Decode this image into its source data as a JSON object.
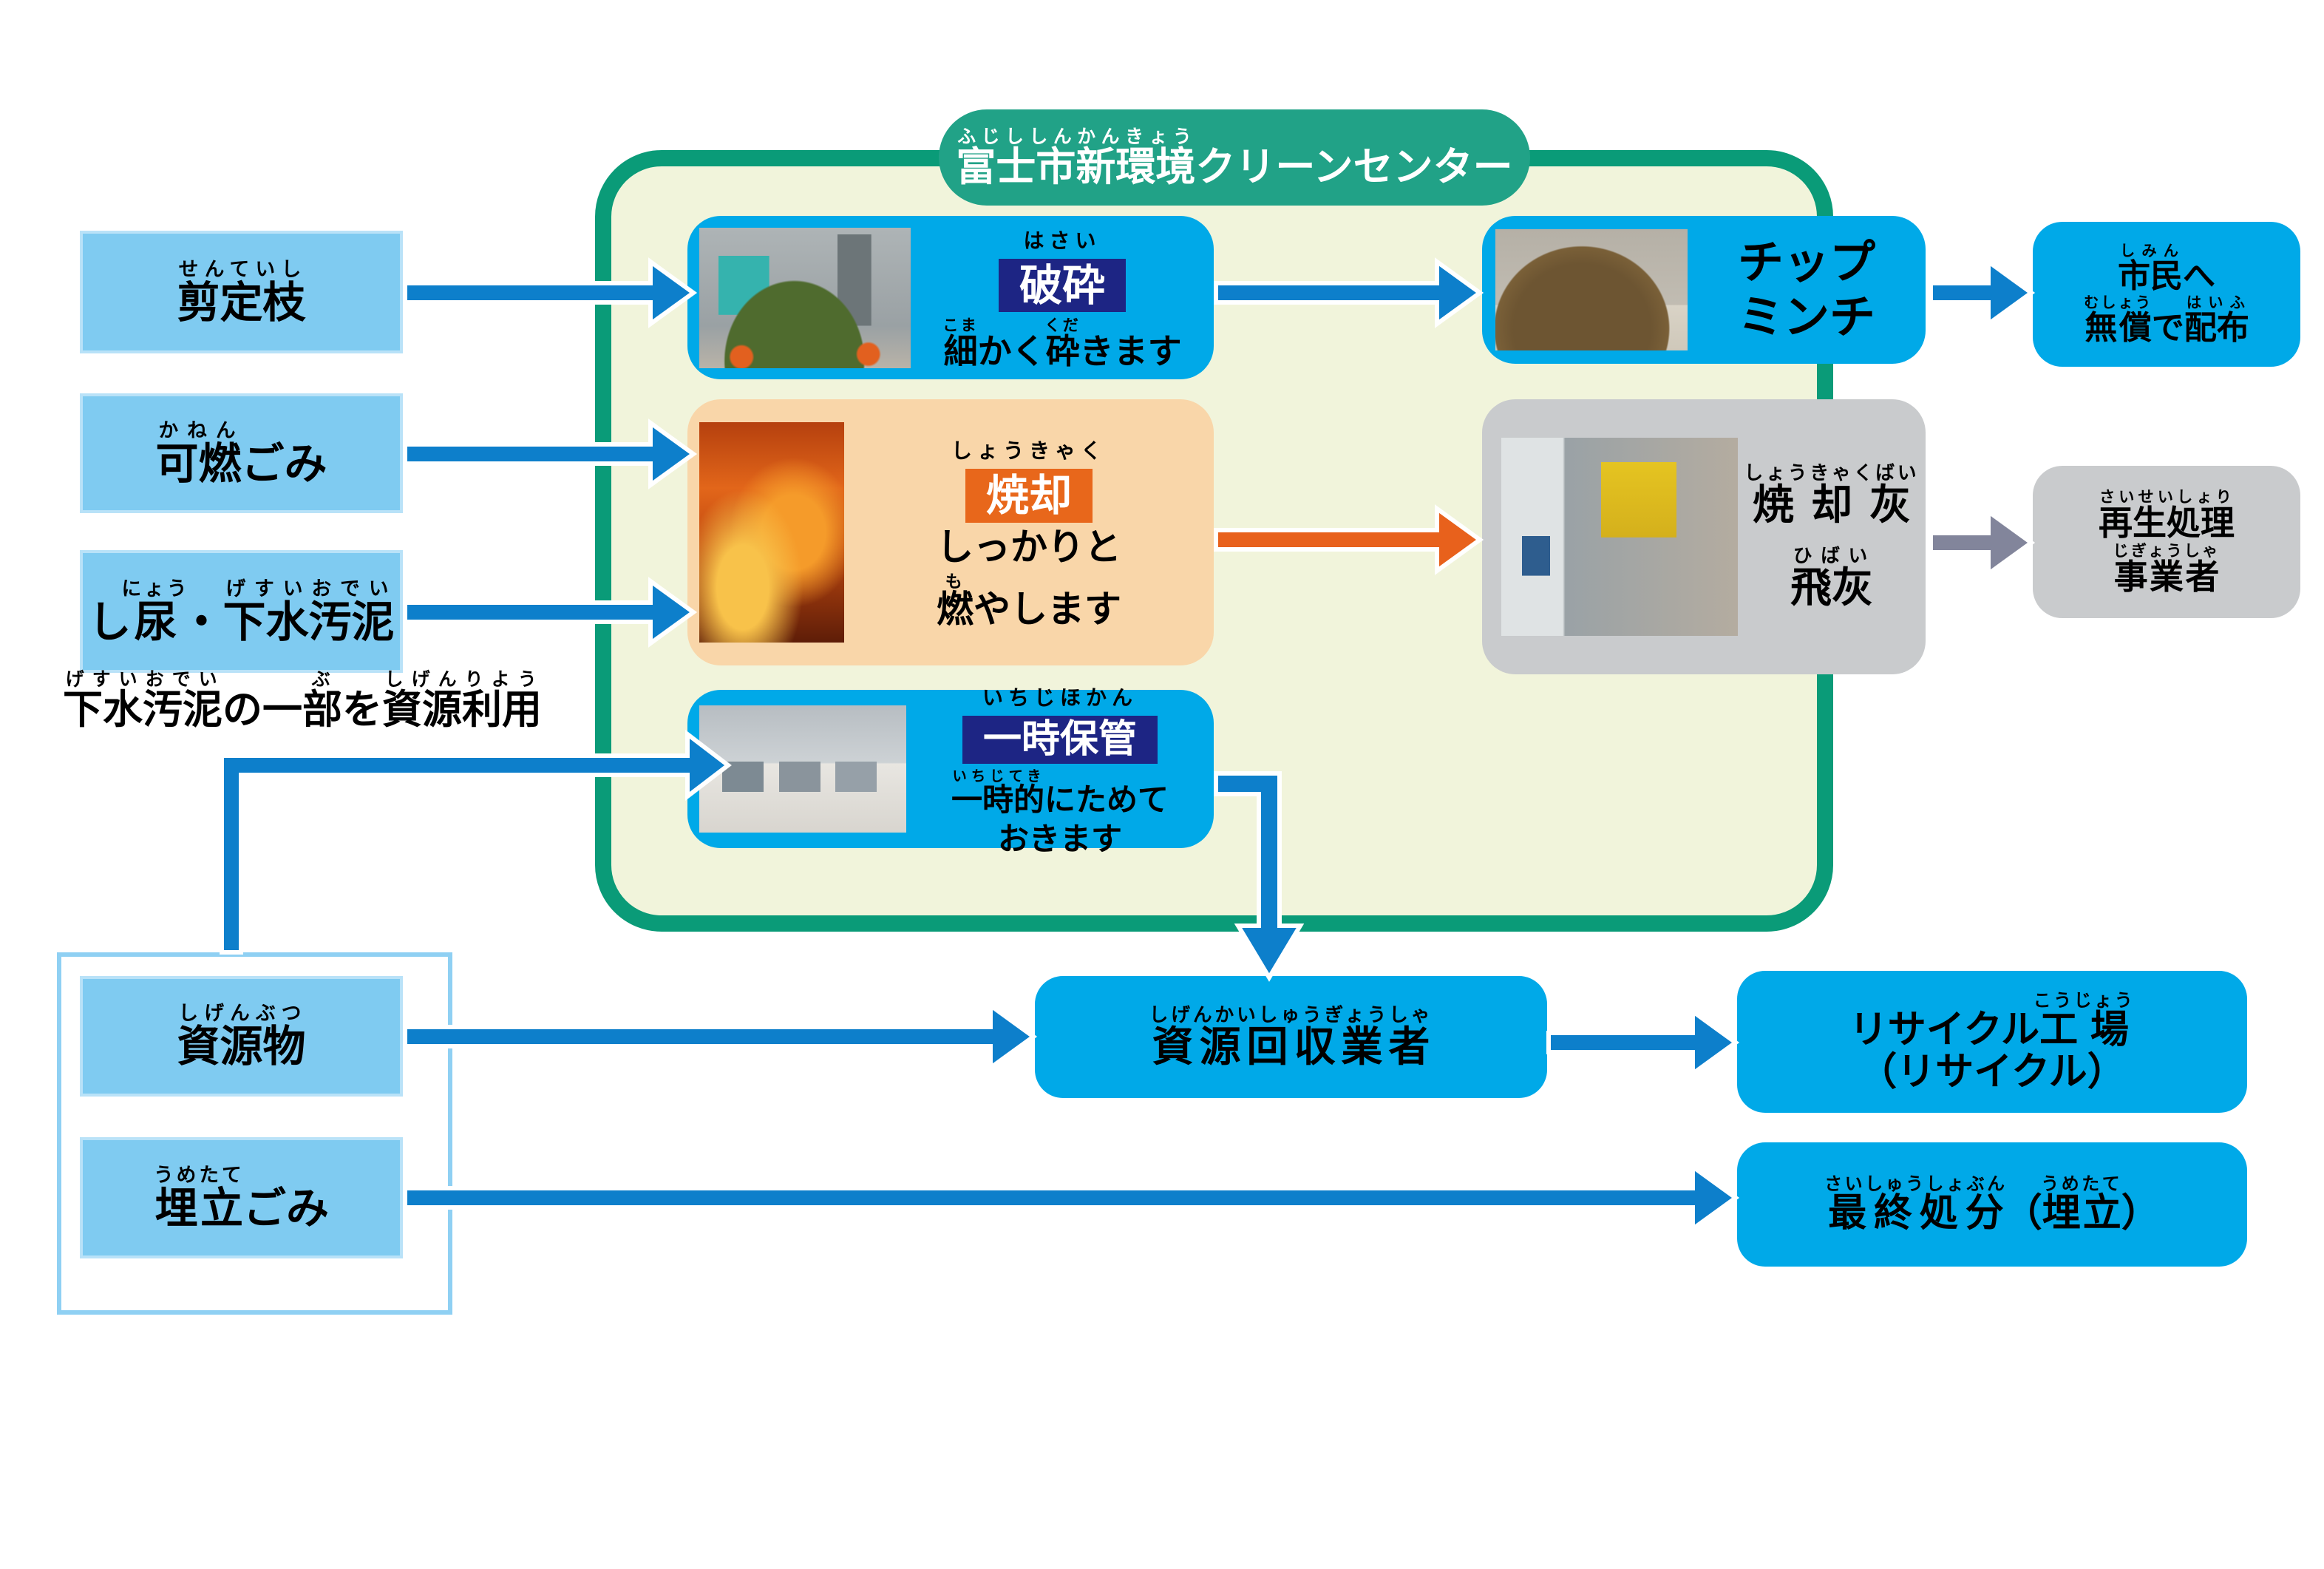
{
  "colors": {
    "arrow_blue": "#0D7FCB",
    "arrow_orange": "#E8611C",
    "arrow_gray": "#82859B",
    "container_border": "#0A9B78",
    "container_fill": "#F1F4DB",
    "header_green": "#21A287",
    "cyan_box": "#00A9E8",
    "light_blue_box": "#7FCBF1",
    "peach_box": "#F9D6A9",
    "navy_chip": "#1D2584",
    "orange_chip": "#E8671B",
    "gray_box": "#C9CBCD"
  },
  "header": {
    "segs": [
      {
        "t": "富士市新環境",
        "r": "ふじししんかんきょう"
      },
      {
        "t": "クリーンセンター"
      }
    ]
  },
  "inputs": [
    {
      "segs": [
        {
          "t": "剪定枝",
          "r": "せんていし"
        }
      ]
    },
    {
      "segs": [
        {
          "t": "可燃",
          "r": "かねん"
        },
        {
          "t": "ごみ"
        }
      ]
    },
    {
      "segs": [
        {
          "t": "し"
        },
        {
          "t": "尿",
          "r": "にょう"
        },
        {
          "t": "・"
        },
        {
          "t": "下水汚泥",
          "r": "げすいおでい"
        }
      ]
    }
  ],
  "reuse_note": {
    "segs": [
      {
        "t": "下水汚泥",
        "r": "げすいおでい"
      },
      {
        "t": "の一"
      },
      {
        "t": "部",
        "r": "ぶ"
      },
      {
        "t": "を"
      },
      {
        "t": "資源利用",
        "r": "しげんりよう"
      }
    ]
  },
  "processes": {
    "hasai": {
      "tag_furi": "はさい",
      "tag": "破砕",
      "desc_segs": [
        {
          "t": "細",
          "r": "こま"
        },
        {
          "t": "かく"
        },
        {
          "t": "砕",
          "r": "くだ"
        },
        {
          "t": "きます"
        }
      ]
    },
    "shokyaku": {
      "tag_furi": "しょうきゃく",
      "tag": "焼却",
      "desc1": "しっかりと",
      "desc2_segs": [
        {
          "t": "燃",
          "r": "も"
        },
        {
          "t": "やします"
        }
      ]
    },
    "ichiji": {
      "tag_furi": "いちじほかん",
      "tag": "一時保管",
      "desc1_segs": [
        {
          "t": "一時的",
          "r": "いちじてき"
        },
        {
          "t": "にためて"
        }
      ],
      "desc2": "おきます"
    }
  },
  "outputs": {
    "chip": {
      "line1": "チップ",
      "line2": "ミンチ"
    },
    "shimin": {
      "line1_segs": [
        {
          "t": "市民",
          "r": "しみん"
        },
        {
          "t": "へ"
        }
      ],
      "line2_segs": [
        {
          "t": "無償",
          "r": "むしょう"
        },
        {
          "t": "で"
        },
        {
          "t": "配布",
          "r": "はいふ"
        }
      ]
    },
    "ash": {
      "line1_segs": [
        {
          "t": "焼却灰",
          "r": "しょうきゃくばい"
        }
      ],
      "line2_segs": [
        {
          "t": "飛灰",
          "r": "ひばい"
        }
      ]
    },
    "saisei": {
      "line1_segs": [
        {
          "t": "再生処理",
          "r": "さいせいしょり"
        }
      ],
      "line2_segs": [
        {
          "t": "事業者",
          "r": "じぎょうしゃ"
        }
      ]
    }
  },
  "bottom": {
    "shigenbutsu": {
      "segs": [
        {
          "t": "資源物",
          "r": "しげんぶつ"
        }
      ]
    },
    "umetate": {
      "segs": [
        {
          "t": "埋立",
          "r": "うめたて"
        },
        {
          "t": "ごみ"
        }
      ]
    },
    "kaishu": {
      "segs": [
        {
          "t": "資源回収業者",
          "r": "しげんかいしゅうぎょうしゃ"
        }
      ]
    },
    "recycle": {
      "line1_segs": [
        {
          "t": "リサイクル"
        },
        {
          "t": "工場",
          "r": "こうじょう"
        }
      ],
      "line2": "（リサイクル）"
    },
    "final": {
      "segs": [
        {
          "t": "最終処分",
          "r": "さいしゅうしょぶん"
        },
        {
          "t": "（"
        },
        {
          "t": "埋立",
          "r": "うめたて"
        },
        {
          "t": "）"
        }
      ]
    }
  }
}
